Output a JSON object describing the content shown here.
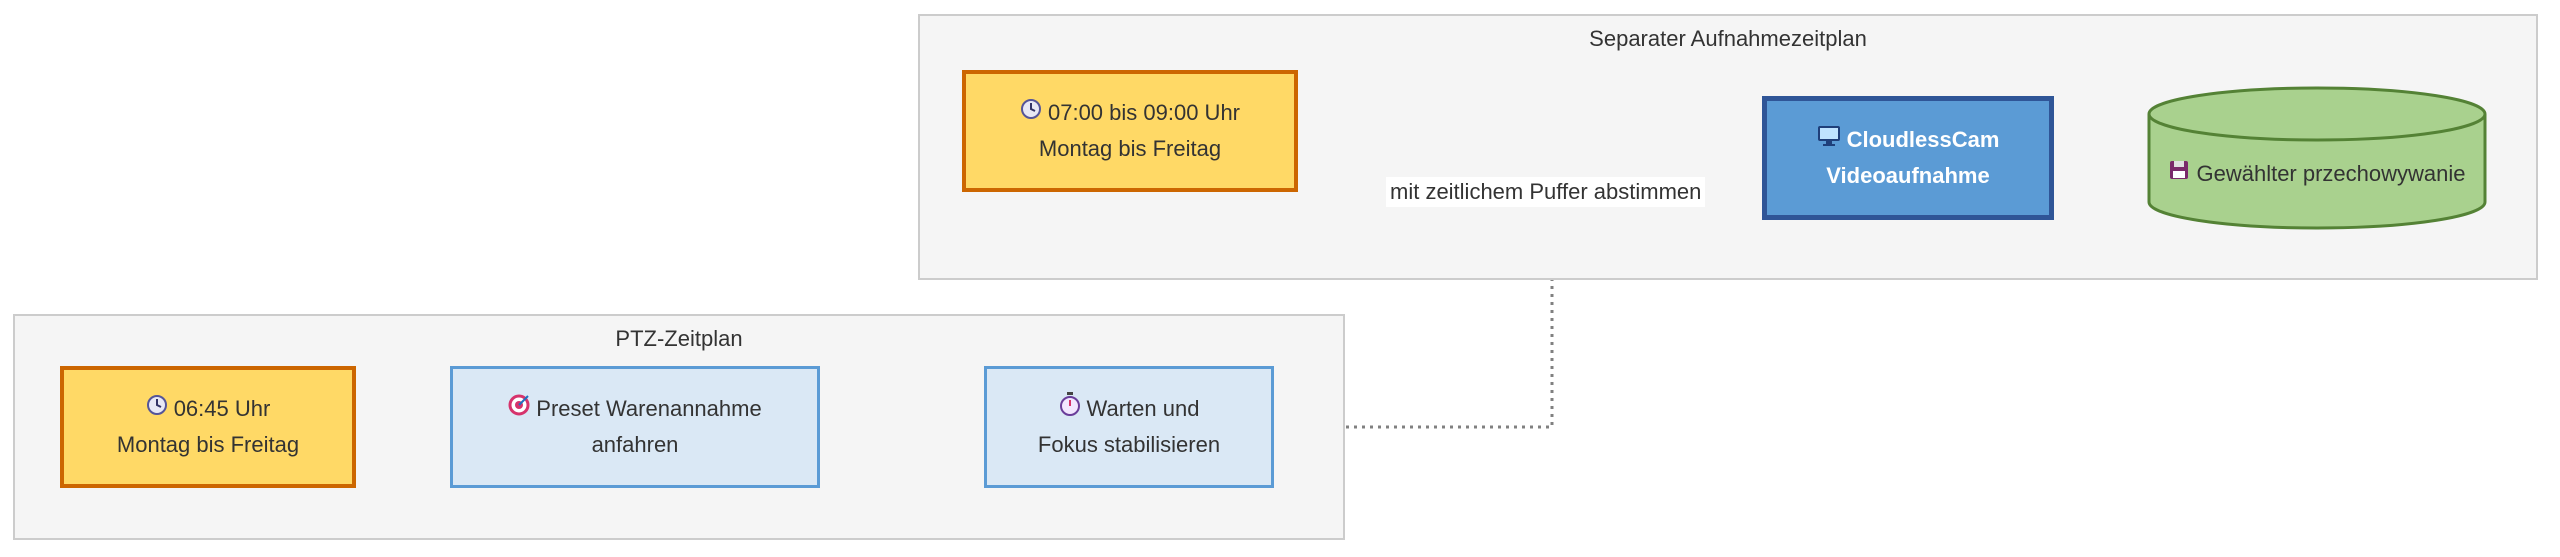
{
  "groups": {
    "recording": {
      "title": "Separater Aufnahmezeitplan"
    },
    "ptz": {
      "title": "PTZ-Zeitplan"
    }
  },
  "nodes": {
    "rec_time": {
      "icon": "clock-icon",
      "line1": "07:00 bis 09:00 Uhr",
      "line2": "Montag bis Freitag"
    },
    "camera": {
      "icon": "computer-icon",
      "line1": "CloudlessCam",
      "line2": "Videoaufnahme"
    },
    "storage": {
      "icon": "floppy-disk-icon",
      "line1": "Gewählter przechowywanie"
    },
    "ptz_time": {
      "icon": "clock-icon",
      "line1": "06:45 Uhr",
      "line2": "Montag bis Freitag"
    },
    "preset": {
      "icon": "target-icon",
      "line1": "Preset Warenannahme",
      "line2": "anfahren"
    },
    "wait": {
      "icon": "stopwatch-icon",
      "line1": "Warten und",
      "line2": "Fokus stabilisieren"
    }
  },
  "edges": {
    "sync_label": "mit zeitlichem Puffer abstimmen"
  },
  "colors": {
    "yellow_fill": "#ffd966",
    "yellow_border": "#cc6600",
    "blue_light_fill": "#dae8f5",
    "blue_light_border": "#5b9bd5",
    "blue_strong_fill": "#5b9bd5",
    "blue_strong_border": "#2f5597",
    "storage_fill": "#a9d18e",
    "storage_border": "#548235",
    "edge": "#808080",
    "group_fill": "#f5f5f5"
  }
}
